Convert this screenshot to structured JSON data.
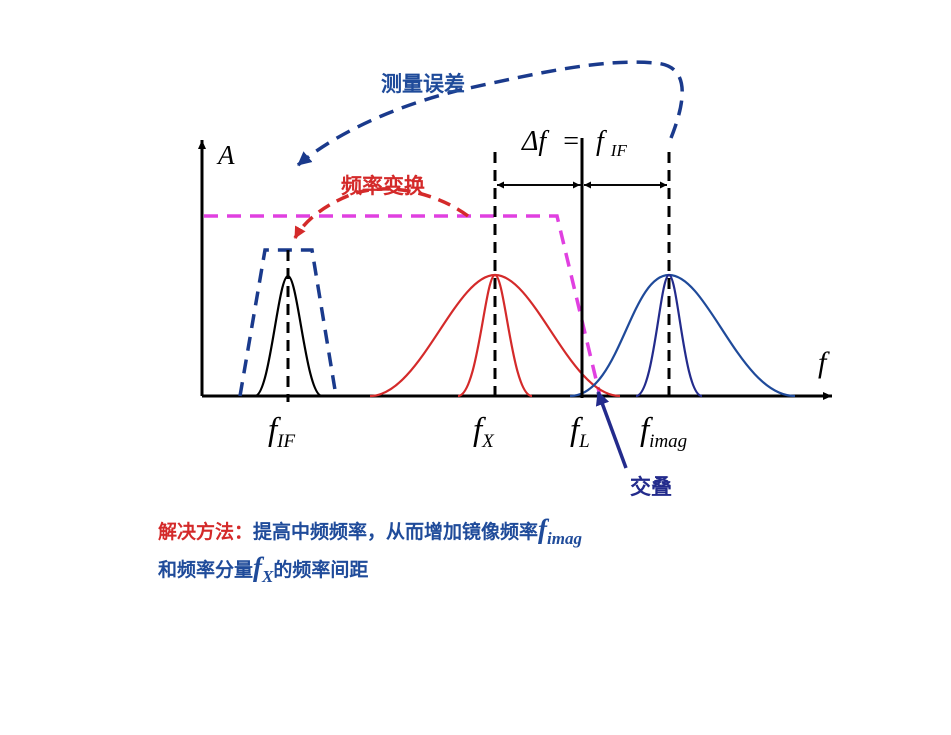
{
  "colors": {
    "axis": "#000000",
    "red": "#d42a2a",
    "blue_dark": "#1a3a8c",
    "blue_curve": "#1f4a9a",
    "navy": "#232b8c",
    "magenta": "#e040e0",
    "text_blue": "#1f4b9a",
    "text_red": "#d42a2a"
  },
  "axis": {
    "y_label": "A",
    "x_label": "f"
  },
  "annotations": {
    "measurement_error": "测量误差",
    "freq_conversion": "频率变换",
    "overlap": "交叠"
  },
  "delta": {
    "lhs": "Δf",
    "eq": "=",
    "rhs_f": "f",
    "rhs_sub": "IF"
  },
  "freq_labels": {
    "if": {
      "f": "f",
      "sub": "IF"
    },
    "x": {
      "f": "f",
      "sub": "X"
    },
    "l": {
      "f": "f",
      "sub": "L"
    },
    "imag": {
      "f": "f",
      "sub": "imag"
    }
  },
  "notes": {
    "solution_label": "解决方法：",
    "line1_text": "提高中频频率，从而增加镜像频率",
    "line1_f": "f",
    "line1_sub": "imag",
    "line2_pre": "和频率分量",
    "line2_f": "f",
    "line2_sub": "X",
    "line2_post": "的频率间距"
  }
}
